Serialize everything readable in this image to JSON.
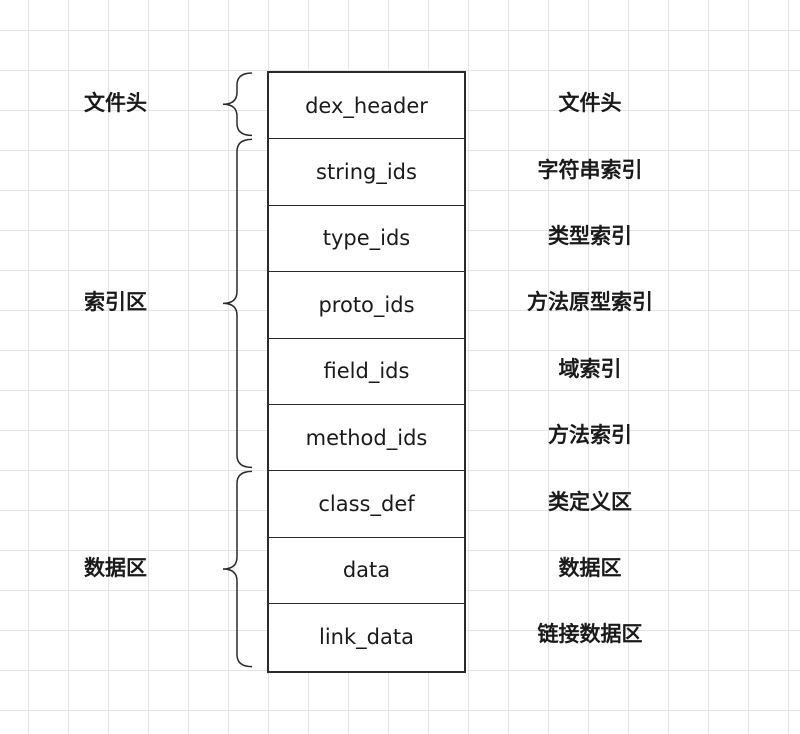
{
  "groups": [
    {
      "label": "文件头",
      "rows": [
        0,
        0
      ]
    },
    {
      "label": "索引区",
      "rows": [
        1,
        5
      ]
    },
    {
      "label": "数据区",
      "rows": [
        6,
        8
      ]
    }
  ],
  "rows": [
    {
      "field": "dex_header",
      "desc": "文件头"
    },
    {
      "field": "string_ids",
      "desc": "字符串索引"
    },
    {
      "field": "type_ids",
      "desc": "类型索引"
    },
    {
      "field": "proto_ids",
      "desc": "方法原型索引"
    },
    {
      "field": "field_ids",
      "desc": "域索引"
    },
    {
      "field": "method_ids",
      "desc": "方法索引"
    },
    {
      "field": "class_def",
      "desc": "类定义区"
    },
    {
      "field": "data",
      "desc": "数据区"
    },
    {
      "field": "link_data",
      "desc": "链接数据区"
    }
  ]
}
